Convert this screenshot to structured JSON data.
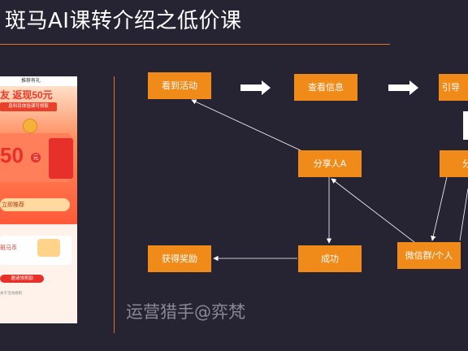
{
  "title": "斑马AI课转介绍之低价课",
  "phone": {
    "topbar": "推荐有礼",
    "invite": "友 返现50元",
    "sub": "息科目体验课可领取",
    "amount": "50",
    "yuan": "元",
    "cta": "立即推荐",
    "coin_label": "斑马币",
    "reward_bar": "邀请领奖励",
    "note": "关于活动规则"
  },
  "nodes": {
    "see_activity": "看到活动",
    "view_info": "查看信息",
    "guide": "引导",
    "sharer": "分享人A",
    "fen": "分",
    "success": "成功",
    "get_reward": "获得奖励",
    "wechat": "微信群/个人"
  },
  "watermark": "运营猎手@弈梵",
  "colors": {
    "background": "#262432",
    "node": "#f08a18",
    "rule": "#e0702a",
    "connector": "#ffffff"
  }
}
